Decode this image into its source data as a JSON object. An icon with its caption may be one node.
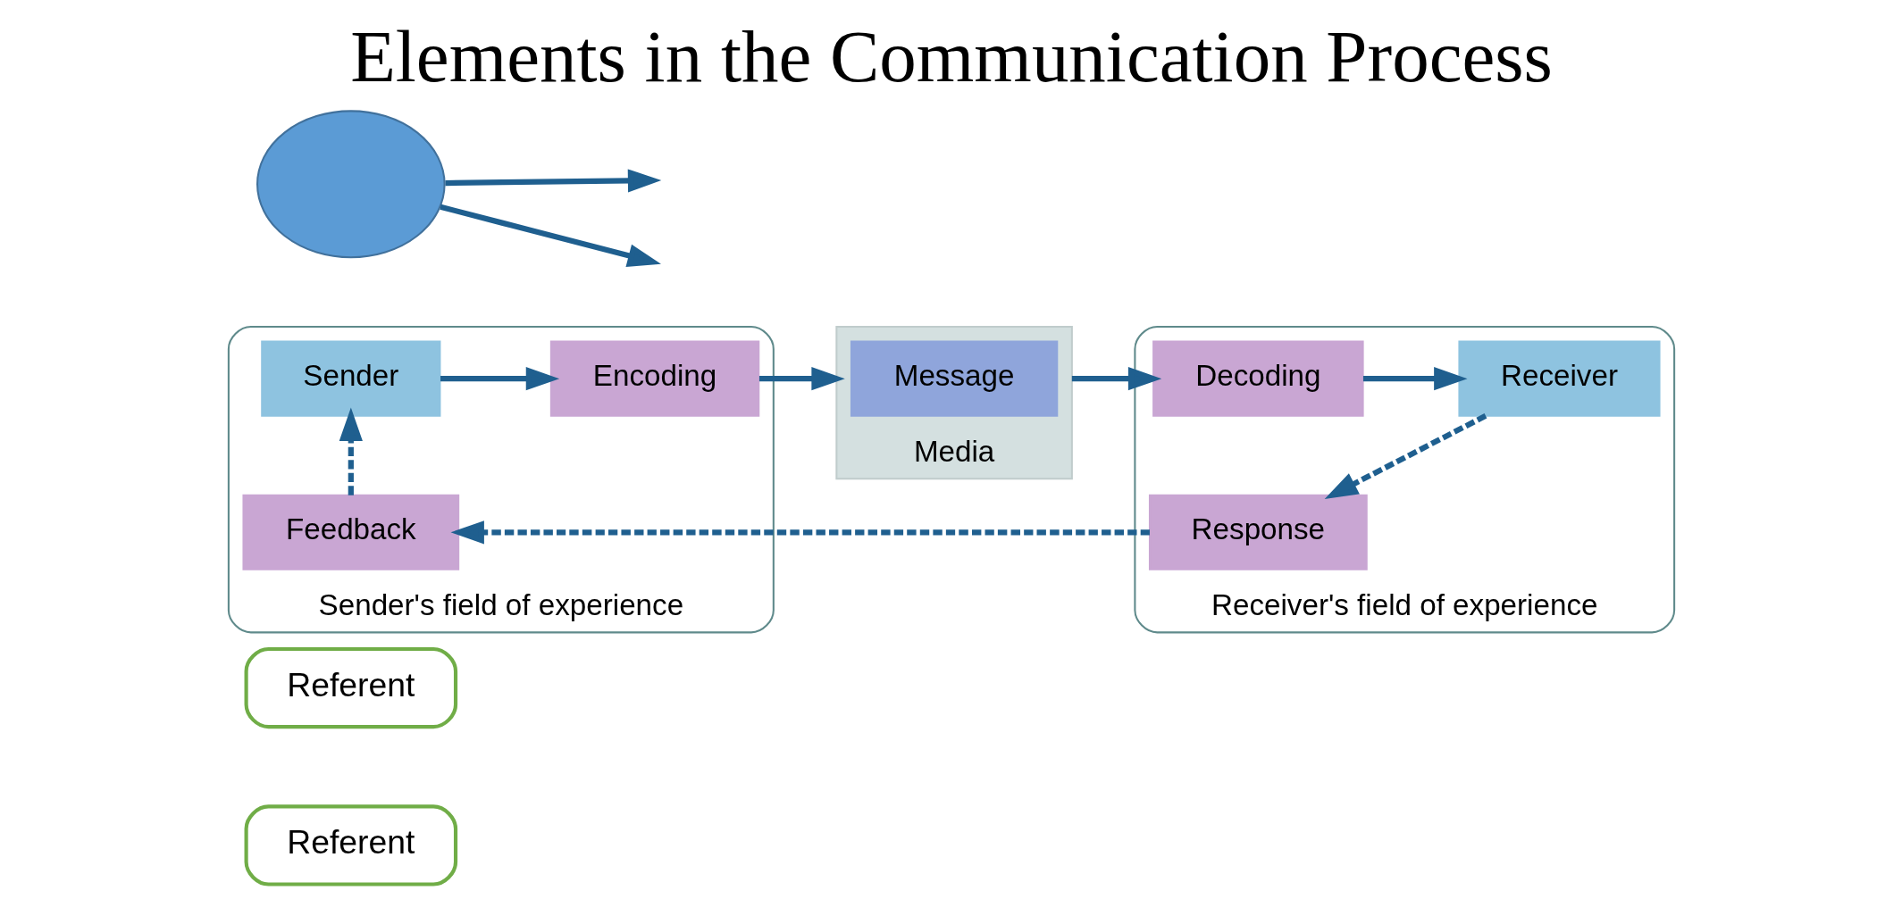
{
  "diagram": {
    "title": "Elements in the Communication Process",
    "nodes": [
      {
        "text": [
          "Referent"
        ]
      },
      {
        "text": [
          "Referent"
        ]
      },
      {
        "text": [
          "Sender's field of experience"
        ]
      },
      {
        "text": [
          "Receiver's field of experience"
        ]
      },
      {
        "text": [
          "Sender"
        ],
        "in": 2
      },
      {
        "text": [
          "Encoding"
        ],
        "in": 2
      },
      {
        "text": [
          "Media"
        ]
      },
      {
        "text": [
          "Message"
        ],
        "in": 6
      },
      {
        "text": [
          "Decoding"
        ],
        "in": 3
      },
      {
        "text": [
          "Receiver"
        ],
        "in": 3
      },
      {
        "text": [
          "Response"
        ],
        "in": 3
      },
      {
        "text": [
          "Feedback"
        ],
        "in": 2
      },
      {
        "text": [],
        "shape": "circle"
      }
    ],
    "edges": [
      {
        "from": 4,
        "to": 5,
        "arrow": "to"
      },
      {
        "from": 5,
        "to": 6,
        "arrow": "to"
      },
      {
        "from": 6,
        "to": 8,
        "arrow": "to"
      },
      {
        "from": 8,
        "to": 9,
        "arrow": "to"
      },
      {
        "from": 9,
        "to": 10,
        "arrow": "to",
        "style": "dashed"
      },
      {
        "from": 10,
        "to": 11,
        "arrow": "to",
        "style": "dashed"
      },
      {
        "from": 11,
        "to": 4,
        "arrow": "to",
        "style": "dashed"
      },
      {
        "from": 12,
        "to": null,
        "arrow": "to"
      },
      {
        "from": 12,
        "to": null,
        "arrow": "to"
      }
    ]
  }
}
